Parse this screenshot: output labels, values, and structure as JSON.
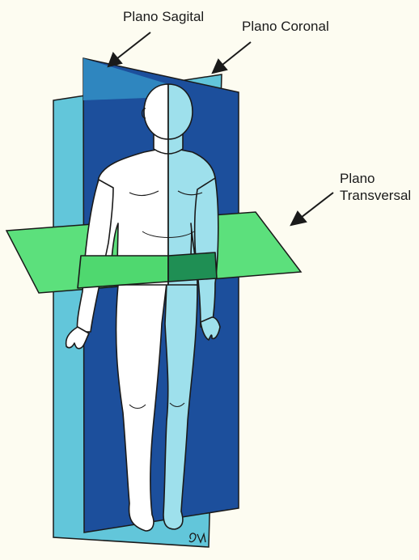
{
  "labels": {
    "sagital": "Plano Sagital",
    "coronal": "Plano Coronal",
    "transversal_line1": "Plano",
    "transversal_line2": "Transversal"
  },
  "signature": "GM",
  "colors": {
    "background": "#fdfcf1",
    "coronal_plane": "#62c6da",
    "sagittal_plane": "#1c4f9c",
    "transverse_plane": "#5ce07c",
    "body_light": "#ffffff",
    "body_shaded": "#9ee0ec",
    "outline": "#1a1a1a"
  }
}
